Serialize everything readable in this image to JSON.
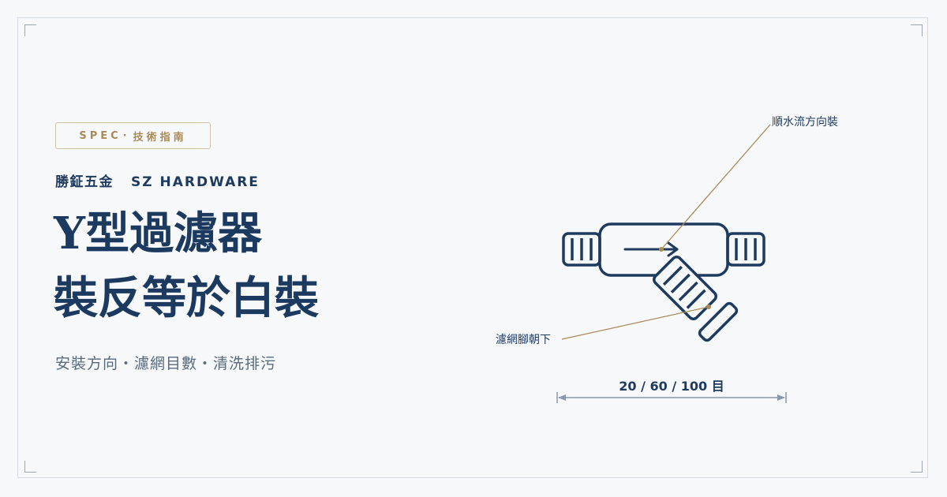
{
  "badge": {
    "left": "SPEC",
    "sep": "·",
    "right": "技術指南"
  },
  "brand": {
    "zh": "勝鉦五金",
    "en": "SZ HARDWARE"
  },
  "title": {
    "line1": "Y型過濾器",
    "line2": "裝反等於白裝"
  },
  "subtitle": "安裝方向・濾網目數・清洗排污",
  "diagram": {
    "flow_label": "順水流方向裝",
    "screen_label": "濾網腳朝下",
    "mesh_label": "20 / 60 / 100 目"
  },
  "colors": {
    "navy": "#1f3a5f",
    "gold": "#a88a58",
    "background": "#f6f8fa",
    "dimension": "#8a98a8"
  }
}
